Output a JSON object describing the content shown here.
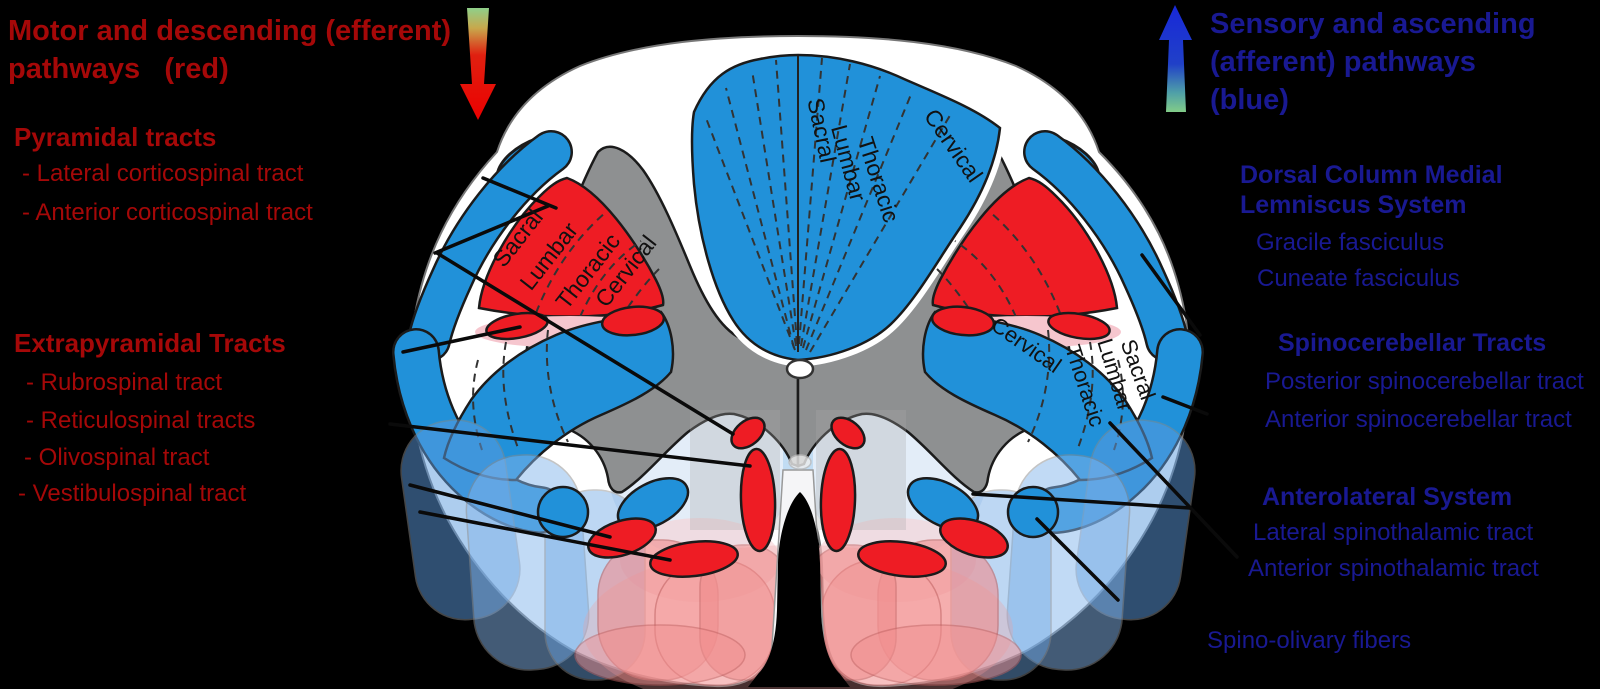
{
  "left_panel": {
    "title_line1": "Motor and descending (efferent)",
    "title_line2": "pathways   (red)",
    "sections": [
      {
        "heading": "Pyramidal tracts",
        "items": [
          "- Lateral corticospinal tract",
          "- Anterior corticospinal tract"
        ]
      },
      {
        "heading": "Extrapyramidal Tracts",
        "items": [
          "- Rubrospinal tract",
          "- Reticulospinal tracts",
          "- Olivospinal tract",
          "- Vestibulospinal tract"
        ]
      }
    ],
    "arrow_direction": "down"
  },
  "right_panel": {
    "title_line1": "Sensory and ascending",
    "title_line2": "(afferent) pathways",
    "title_line3": "(blue)",
    "sections": [
      {
        "heading_line1": "Dorsal Column Medial",
        "heading_line2": "Lemniscus System",
        "items": [
          "Gracile fasciculus",
          "Cuneate fasciculus"
        ]
      },
      {
        "heading_line1": "Spinocerebellar Tracts",
        "heading_line2": "",
        "items": [
          "Posterior spinocerebellar tract",
          "Anterior spinocerebellar tract"
        ]
      },
      {
        "heading_line1": "Anterolateral System",
        "heading_line2": "",
        "items": [
          "Lateral spinothalamic tract",
          "Anterior spinothalamic tract"
        ]
      }
    ],
    "footnote": "Spino-olivary fibers",
    "arrow_direction": "up"
  },
  "diagram": {
    "dorsal_column_labels": [
      "Sacral",
      "Lumbar",
      "Thoracic",
      "Cervical"
    ],
    "corticospinal_labels": [
      "Sacral",
      "Lumbar",
      "Thoracic",
      "Cervical"
    ],
    "spinothalamic_labels": [
      "Cervical",
      "Thoracic",
      "Lumbar",
      "Sacral"
    ]
  },
  "colors": {
    "pathway_red": "#EE1C24",
    "pathway_blue": "#2191D9",
    "red_text": "#A50808",
    "blue_text": "#191992",
    "gray_matter": "#8E9091",
    "background": "#000000"
  }
}
